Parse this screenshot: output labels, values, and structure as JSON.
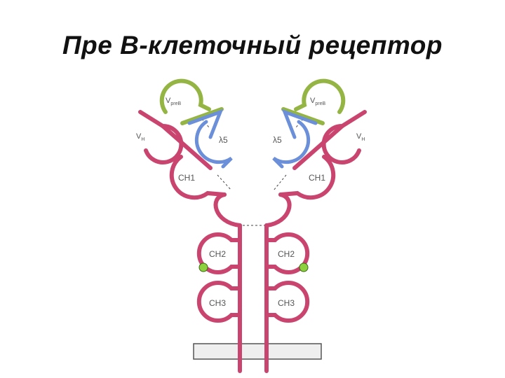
{
  "title": "Пре B-клеточный рецептор",
  "colors": {
    "heavy_chain": "#c9446f",
    "vpreb": "#94b544",
    "lambda5": "#6b8fd8",
    "membrane_fill": "#efefef",
    "membrane_stroke": "#555555",
    "dot_fill": "#8ed13e",
    "label": "#555555"
  },
  "labels": {
    "vpreb": "V",
    "vpreb_sub": "preB",
    "lambda5": "λ5",
    "vh": "V",
    "vh_sub": "H",
    "ch1": "CH1",
    "ch2": "CH2",
    "ch3": "CH3"
  }
}
